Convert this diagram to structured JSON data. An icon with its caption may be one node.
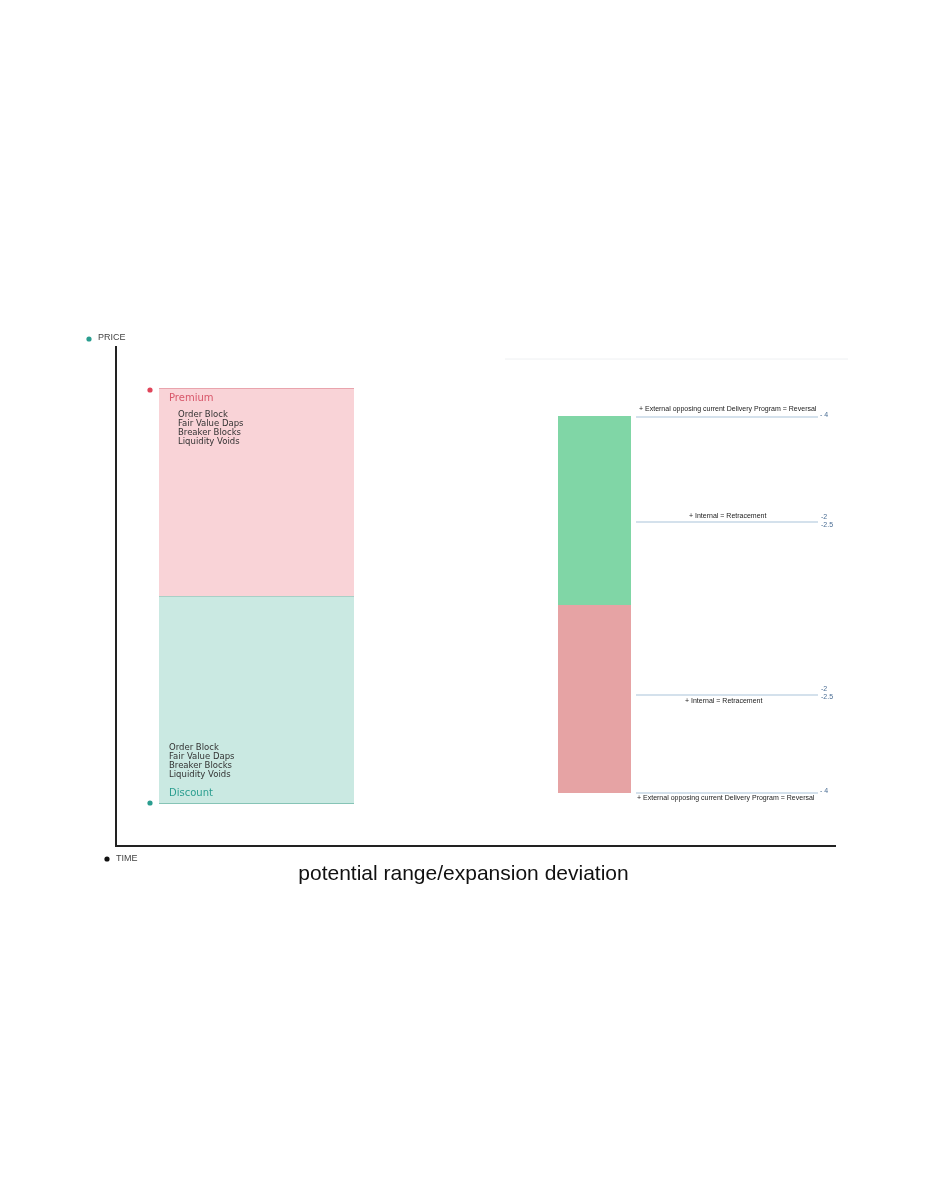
{
  "diagram": {
    "caption": "potential range/expansion deviation",
    "nodes": [
      {
        "text": [
          "Premium",
          "Order Block",
          "Fair Value Daps",
          "Breaker Blocks",
          "Liquidity Voids"
        ]
      },
      {
        "text": [
          "Order Block",
          "Fair Value Daps",
          "Breaker Blocks",
          "Liquidity Voids",
          "Discount"
        ]
      },
      {
        "text": [],
        "shape": "bar"
      },
      {
        "text": [],
        "shape": "bar"
      }
    ],
    "edges": [],
    "labels": [
      "PRICE",
      "+ External opposing current Delivery Program = Reversal",
      "- 4",
      "+ Internal = Retracement",
      "-2",
      "-2.5",
      "-2",
      "-2.5",
      "+ Internal = Retracement",
      "- 4",
      "+ External opposing current Delivery Program = Reversal",
      "TIME"
    ]
  }
}
